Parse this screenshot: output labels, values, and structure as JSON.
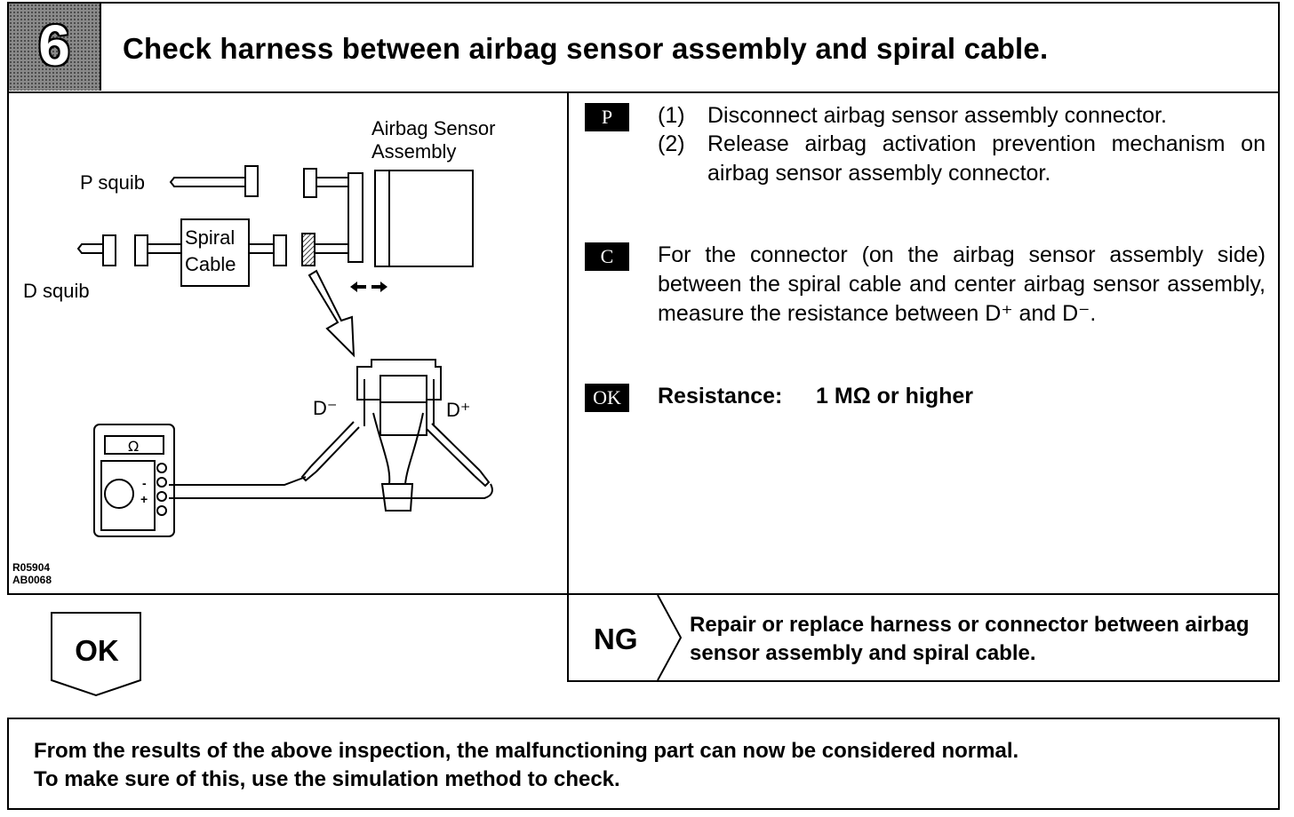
{
  "header": {
    "step_number": "6",
    "title": "Check harness between airbag sensor assembly and spiral cable."
  },
  "diagram": {
    "label_airbag_sensor_1": "Airbag Sensor",
    "label_airbag_sensor_2": "Assembly",
    "label_p_squib": "P squib",
    "label_d_squib": "D squib",
    "label_spiral_1": "Spiral",
    "label_spiral_2": "Cable",
    "label_d_minus": "D⁻",
    "label_d_plus": "D⁺",
    "meter_symbol": "Ω",
    "meter_minus": "-",
    "meter_plus": "+",
    "ref_code_1": "R05904",
    "ref_code_2": "AB0068"
  },
  "instructions": {
    "p_mark": "P",
    "p_step1_num": "(1)",
    "p_step1_text": "Disconnect airbag sensor assembly connector.",
    "p_step2_num": "(2)",
    "p_step2_text": "Release airbag activation prevention mechanism on airbag sensor assembly connector.",
    "c_mark": "C",
    "c_text": "For the connector (on the airbag sensor assembly side) between the spiral cable and center airbag sensor assembly, measure the resistance between D⁺ and D⁻.",
    "ok_mark": "OK",
    "ok_label": "Resistance:",
    "ok_value": "1 MΩ or higher"
  },
  "results": {
    "ok_label": "OK",
    "ng_label": "NG",
    "ng_text": "Repair or replace harness or connector between airbag sensor assembly and spiral cable."
  },
  "footer": {
    "line1": "From the results of the above inspection, the malfunctioning part can now be considered normal.",
    "line2": "To make sure of this, use the simulation method to check."
  }
}
